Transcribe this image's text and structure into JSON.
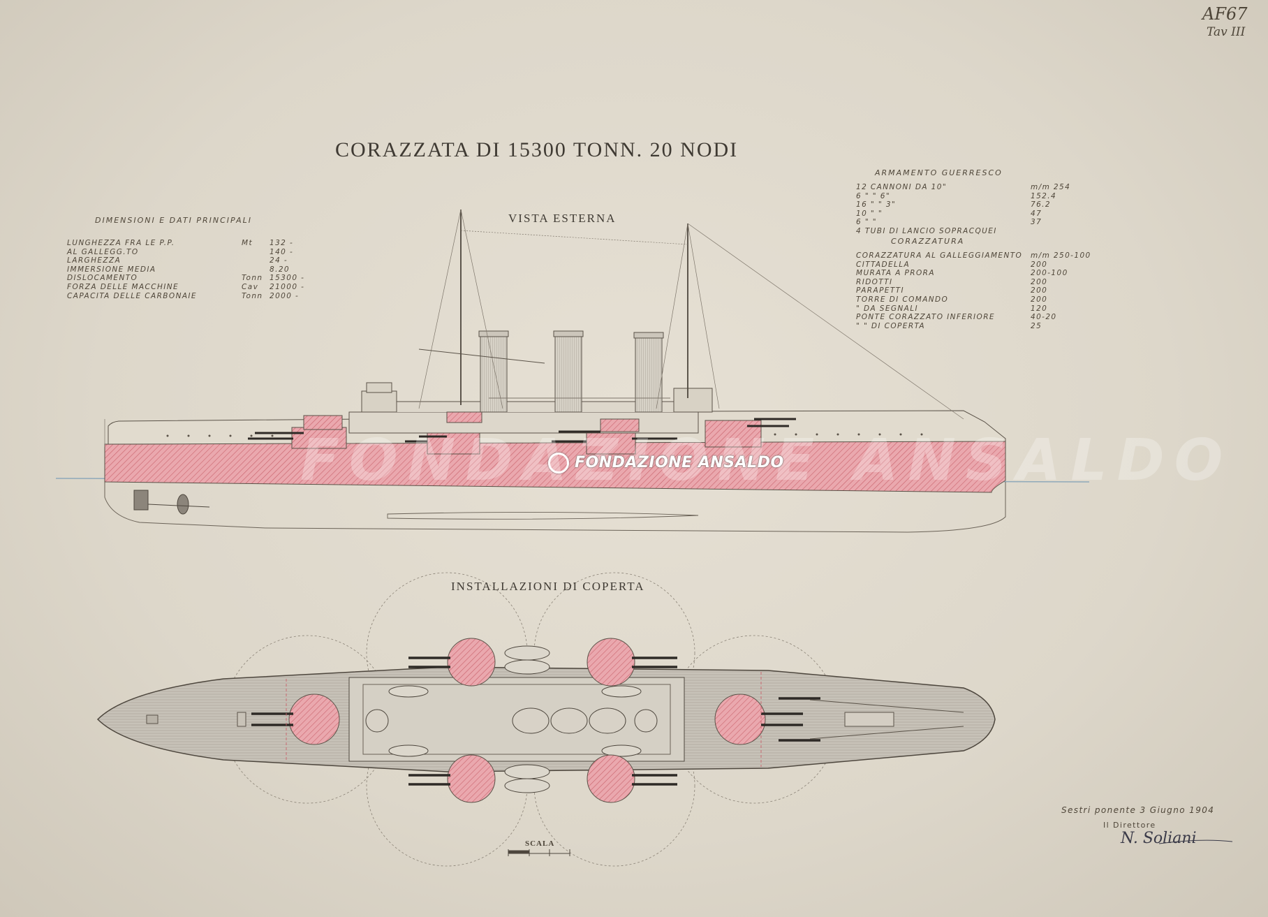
{
  "reference": {
    "code": "AF67",
    "plate": "Tav III"
  },
  "title": "CORAZZATA DI 15300 TONN. 20 NODI",
  "views": {
    "side": "VISTA ESTERNA",
    "deck": "INSTALLAZIONI DI COPERTA"
  },
  "dimensions": {
    "heading": "DIMENSIONI E DATI PRINCIPALI",
    "rows": [
      {
        "label": "LUNGHEZZA FRA LE P.P.",
        "unit": "Mt",
        "value": "132 -"
      },
      {
        "label": "AL GALLEGG.TO",
        "unit": "",
        "value": "140 -"
      },
      {
        "label": "LARGHEZZA",
        "unit": "",
        "value": "24 -"
      },
      {
        "label": "IMMERSIONE MEDIA",
        "unit": "",
        "value": "8.20"
      },
      {
        "label": "DISLOCAMENTO",
        "unit": "Tonn",
        "value": "15300 -"
      },
      {
        "label": "FORZA DELLE MACCHINE",
        "unit": "Cav",
        "value": "21000 -"
      },
      {
        "label": "CAPACITA DELLE CARBONAIE",
        "unit": "Tonn",
        "value": "2000 -"
      }
    ]
  },
  "armament": {
    "heading": "ARMAMENTO GUERRESCO",
    "rows": [
      {
        "label": "12 CANNONI DA 10\"",
        "value": "m/m 254"
      },
      {
        "label": "6  \"   \"  6\"",
        "value": "152.4"
      },
      {
        "label": "16  \"   \"  3\"",
        "value": "76.2"
      },
      {
        "label": "10  \"   \"",
        "value": "47"
      },
      {
        "label": "6  \"   \"",
        "value": "37"
      },
      {
        "label": "4 TUBI DI LANCIO SOPRACQUEI",
        "value": ""
      }
    ]
  },
  "armour": {
    "heading": "CORAZZATURA",
    "rows": [
      {
        "label": "CORAZZATURA AL GALLEGGIAMENTO",
        "value": "m/m 250-100"
      },
      {
        "label": "CITTADELLA",
        "value": "200"
      },
      {
        "label": "MURATA A PRORA",
        "value": "200-100"
      },
      {
        "label": "RIDOTTI",
        "value": "200"
      },
      {
        "label": "PARAPETTI",
        "value": "200"
      },
      {
        "label": "TORRE DI COMANDO",
        "value": "200"
      },
      {
        "label": "\"  DA SEGNALI",
        "value": "120"
      },
      {
        "label": "PONTE CORAZZATO INFERIORE",
        "value": "40-20"
      },
      {
        "label": "\"  \"  DI COPERTA",
        "value": "25"
      }
    ]
  },
  "scale": {
    "label": "SCALA"
  },
  "footer": {
    "place_date": "Sestri ponente 3 Giugno 1904",
    "role": "Il Direttore",
    "signature": "N. Soliani"
  },
  "watermark": {
    "text": "FONDAZIONE ANSALDO"
  },
  "colors": {
    "paper": "#e2dccf",
    "ink": "#4a4236",
    "armour_pink": "#e9a7ad",
    "hatch": "#c4535f"
  }
}
